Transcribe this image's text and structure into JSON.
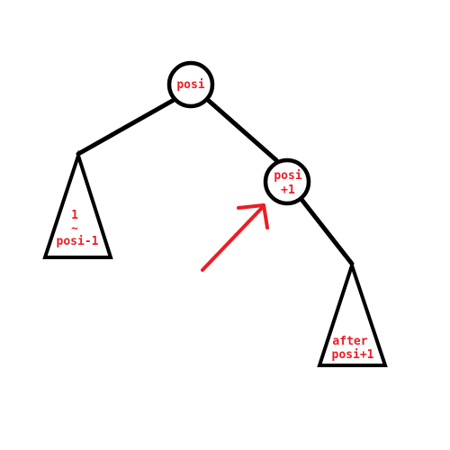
{
  "diagram": {
    "root_node": {
      "label": "posi"
    },
    "right_node": {
      "label_line1": "posi",
      "label_line2": "+1"
    },
    "left_subtree": {
      "label_line1": "1",
      "label_line2": "~",
      "label_line3": "posi-1"
    },
    "right_subtree": {
      "label_line1": "after",
      "label_line2": "posi+1"
    },
    "colors": {
      "stroke": "#000000",
      "text": "#ed1c24",
      "arrow": "#ed1c24",
      "background": "#ffffff"
    }
  }
}
